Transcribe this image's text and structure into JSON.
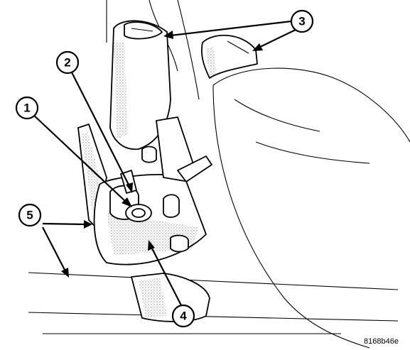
{
  "callouts": [
    {
      "label": "1"
    },
    {
      "label": "2"
    },
    {
      "label": "3"
    },
    {
      "label": "4"
    },
    {
      "label": "5"
    }
  ],
  "figure_code": "8168b46e",
  "colors": {
    "line": "#000000",
    "background": "#ffffff",
    "shading": "#b0b0b0"
  }
}
